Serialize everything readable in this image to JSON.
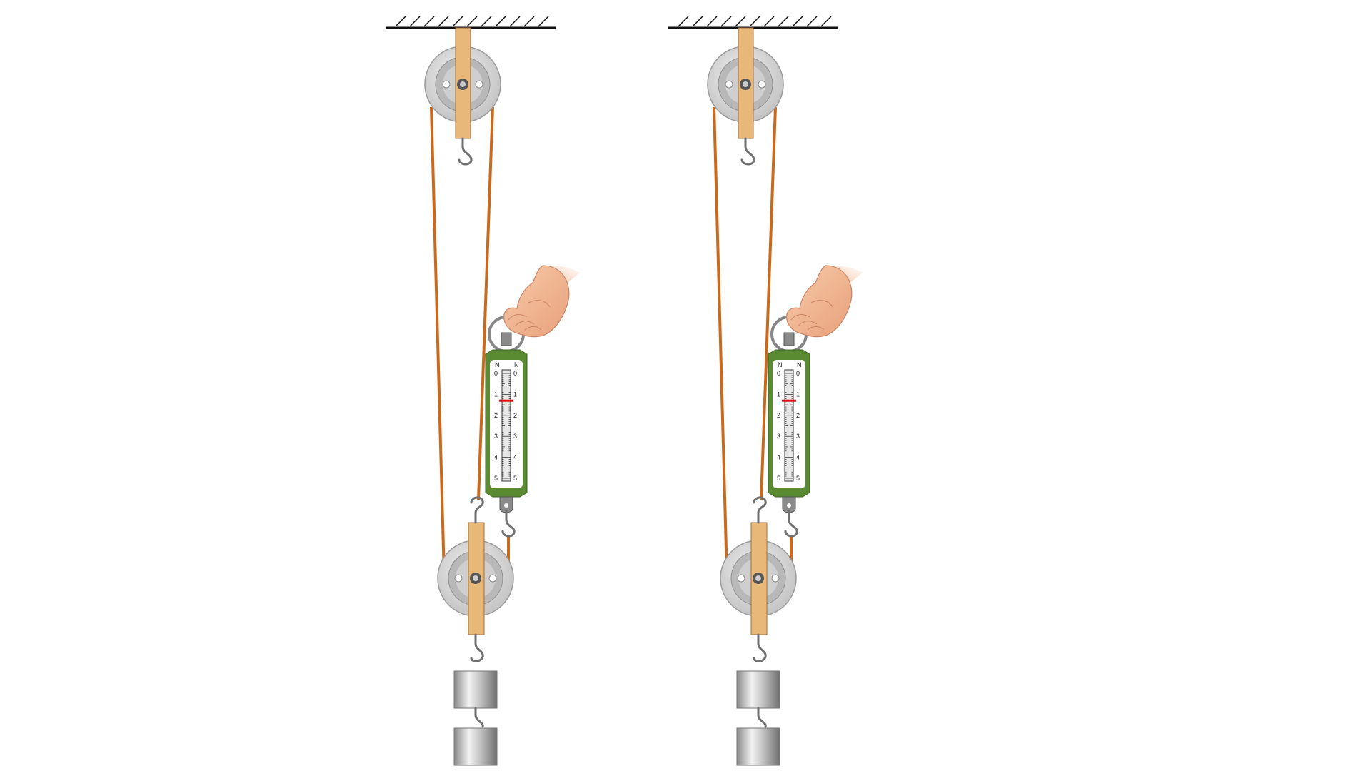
{
  "colors": {
    "rope": "#c8691e",
    "wood": "#e8b878",
    "wood_edge": "#a07040",
    "pulley_outer": "#d4d4d4",
    "pulley_inner": "#a8a8a8",
    "scale_body": "#5a8a32",
    "scale_face": "#ffffff",
    "indicator": "#e01010",
    "metal_dark": "#707070",
    "hand": "#f2b894",
    "hand_edge": "#c98466"
  },
  "scale": {
    "unit_left": "N",
    "unit_right": "N",
    "ticks": [
      "0",
      "1",
      "2",
      "3",
      "4",
      "5"
    ],
    "reading": 1.3
  },
  "setups": [
    {
      "id": "left",
      "weights": 2
    },
    {
      "id": "right",
      "weights": 2
    }
  ]
}
